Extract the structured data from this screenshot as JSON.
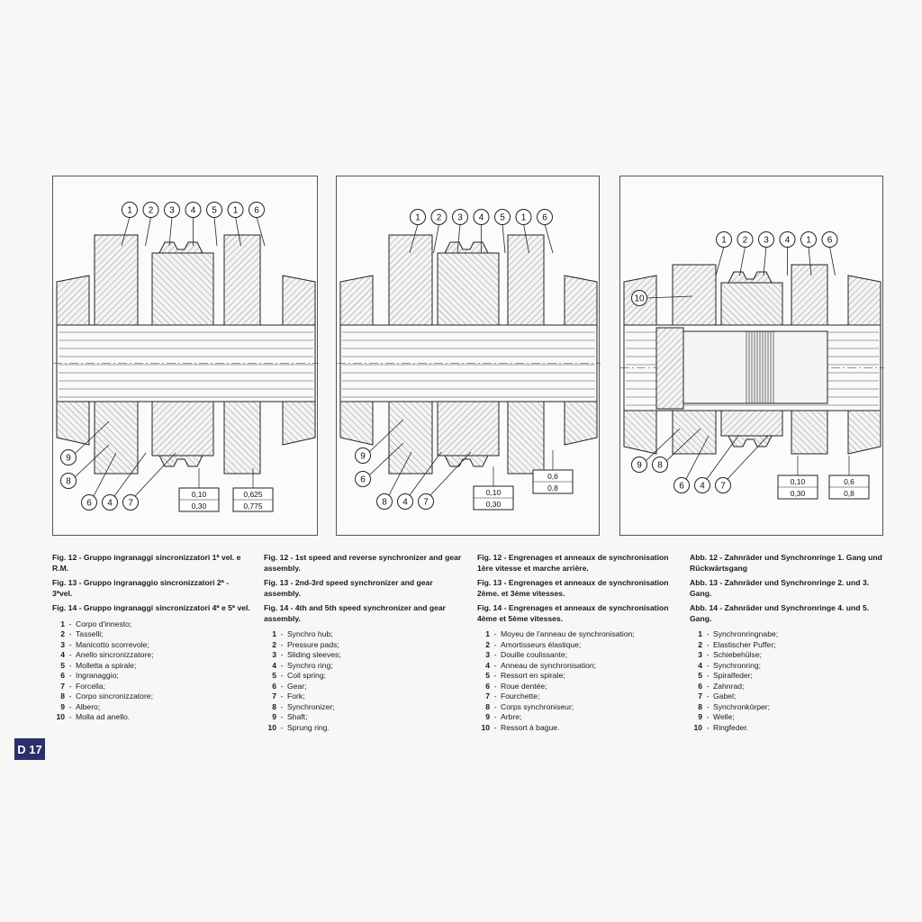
{
  "figures": [
    {
      "callouts_top": [
        "1",
        "2",
        "3",
        "4",
        "5",
        "1",
        "6"
      ],
      "callouts_left": [
        "9",
        "8"
      ],
      "callouts_bottom": [
        "6",
        "4",
        "7"
      ],
      "tolerances": [
        [
          "0,10",
          "0,30"
        ],
        [
          "0,625",
          "0,775"
        ]
      ]
    },
    {
      "callouts_top": [
        "1",
        "2",
        "3",
        "4",
        "5",
        "1",
        "6"
      ],
      "callouts_left": [
        "9",
        "6"
      ],
      "callouts_bottom": [
        "8",
        "4",
        "7"
      ],
      "tolerances": [
        [
          "0,10",
          "0,30"
        ],
        [
          "0,6",
          "0,8"
        ]
      ]
    },
    {
      "callouts_top": [
        "1",
        "2",
        "3",
        "4",
        "1",
        "6"
      ],
      "callouts_side": "10",
      "callouts_left": [
        "9",
        "8"
      ],
      "callouts_bottom": [
        "6",
        "4",
        "7"
      ],
      "tolerances": [
        [
          "0,10",
          "0,30"
        ],
        [
          "0,6",
          "0,8"
        ]
      ]
    }
  ],
  "captions": {
    "it": {
      "fig12": "Fig. 12 - Gruppo ingranaggi sincronizzatori 1ª vel. e R.M.",
      "fig13": "Fig. 13 - Gruppo ingranaggio sincronizzatori 2ª - 3ªvel.",
      "fig14": "Fig. 14 - Gruppo ingranaggi sincronizzatori 4ª e 5ª vel.",
      "parts": [
        "Corpo d'innesto;",
        "Tasselli;",
        "Manicotto scorrevole;",
        "Anello sincronizzatore;",
        "Molletta a spirale;",
        "Ingranaggio;",
        "Forcella;",
        "Corpo sincronizzatore;",
        "Albero;",
        "Molla ad anello."
      ]
    },
    "en": {
      "fig12": "Fig. 12 - 1st speed and reverse synchronizer and gear assembly.",
      "fig13": "Fig. 13 - 2nd-3rd speed synchronizer and gear assembly.",
      "fig14": "Fig. 14 - 4th and 5th speed synchronizer and gear assembly.",
      "parts": [
        "Synchro hub;",
        "Pressure pads;",
        "Sliding sleeves;",
        "Synchro ring;",
        "Coil spring;",
        "Gear;",
        "Fork;",
        "Synchronizer;",
        "Shaft;",
        "Sprung ring."
      ]
    },
    "fr": {
      "fig12": "Fig. 12 - Engrenages et anneaux de synchronisation 1ère vitesse et marche arrière.",
      "fig13": "Fig. 13 - Engrenages et anneaux de synchronisation 2ème. et 3ème vitesses.",
      "fig14": "Fig. 14 - Engrenages et anneaux de synchronisation 4ème et 5ème vitesses.",
      "parts": [
        "Moyeu de l'anneau de synchronisation;",
        "Amortisseurs élastique;",
        "Douille coulissante;",
        "Anneau de synchronisation;",
        "Ressort en spirale;",
        "Roue dentée;",
        "Fourchette;",
        "Corps synchroniseur;",
        "Arbre;",
        "Ressort à bague."
      ]
    },
    "de": {
      "fig12": "Abb. 12 - Zahnräder und Synchronringe 1. Gang und Rückwärtsgang",
      "fig13": "Abb. 13 - Zahnräder und Synchronringe 2. und 3. Gang.",
      "fig14": "Abb. 14 - Zahnräder und Synchronringe 4. und 5. Gang.",
      "parts": [
        "Synchronringnabe;",
        "Elastischer Puffer;",
        "Schiebehülse;",
        "Synchronring;",
        "Spiralfeder;",
        "Zahnrad;",
        "Gabel;",
        "Synchronkörper;",
        "Welle;",
        "Ringfeder."
      ]
    }
  },
  "part_numbers": [
    "1",
    "2",
    "3",
    "4",
    "5",
    "6",
    "7",
    "8",
    "9",
    "10"
  ],
  "page_badge": "D 17"
}
